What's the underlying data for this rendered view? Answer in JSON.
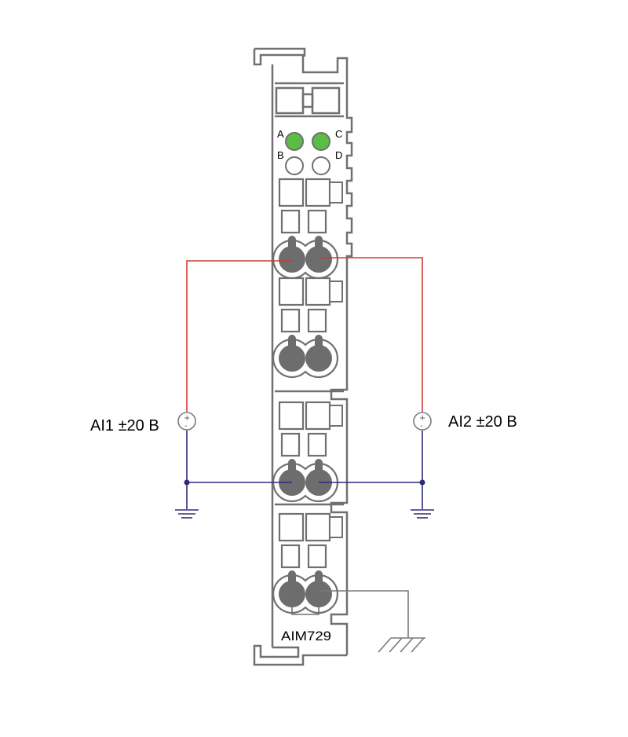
{
  "module": {
    "model": "AIM729",
    "led_labels": {
      "a": "A",
      "b": "B",
      "c": "C",
      "d": "D"
    },
    "led_states": {
      "a": "on",
      "b": "off",
      "c": "on",
      "d": "off"
    }
  },
  "channels": {
    "ai1": {
      "label": "AI1 ±20 B"
    },
    "ai2": {
      "label": "AI2 ±20 B"
    }
  },
  "colors": {
    "housing": "#707070",
    "terminal": "#6d6d6d",
    "led_on": "#5cbd45",
    "signal_wire": "#d03a2e",
    "ground_wire": "#2e2a7a",
    "shield_wire": "#7a7a7a"
  },
  "icons": [
    "ground-icon",
    "chassis-ground-icon",
    "voltage-source-icon"
  ]
}
